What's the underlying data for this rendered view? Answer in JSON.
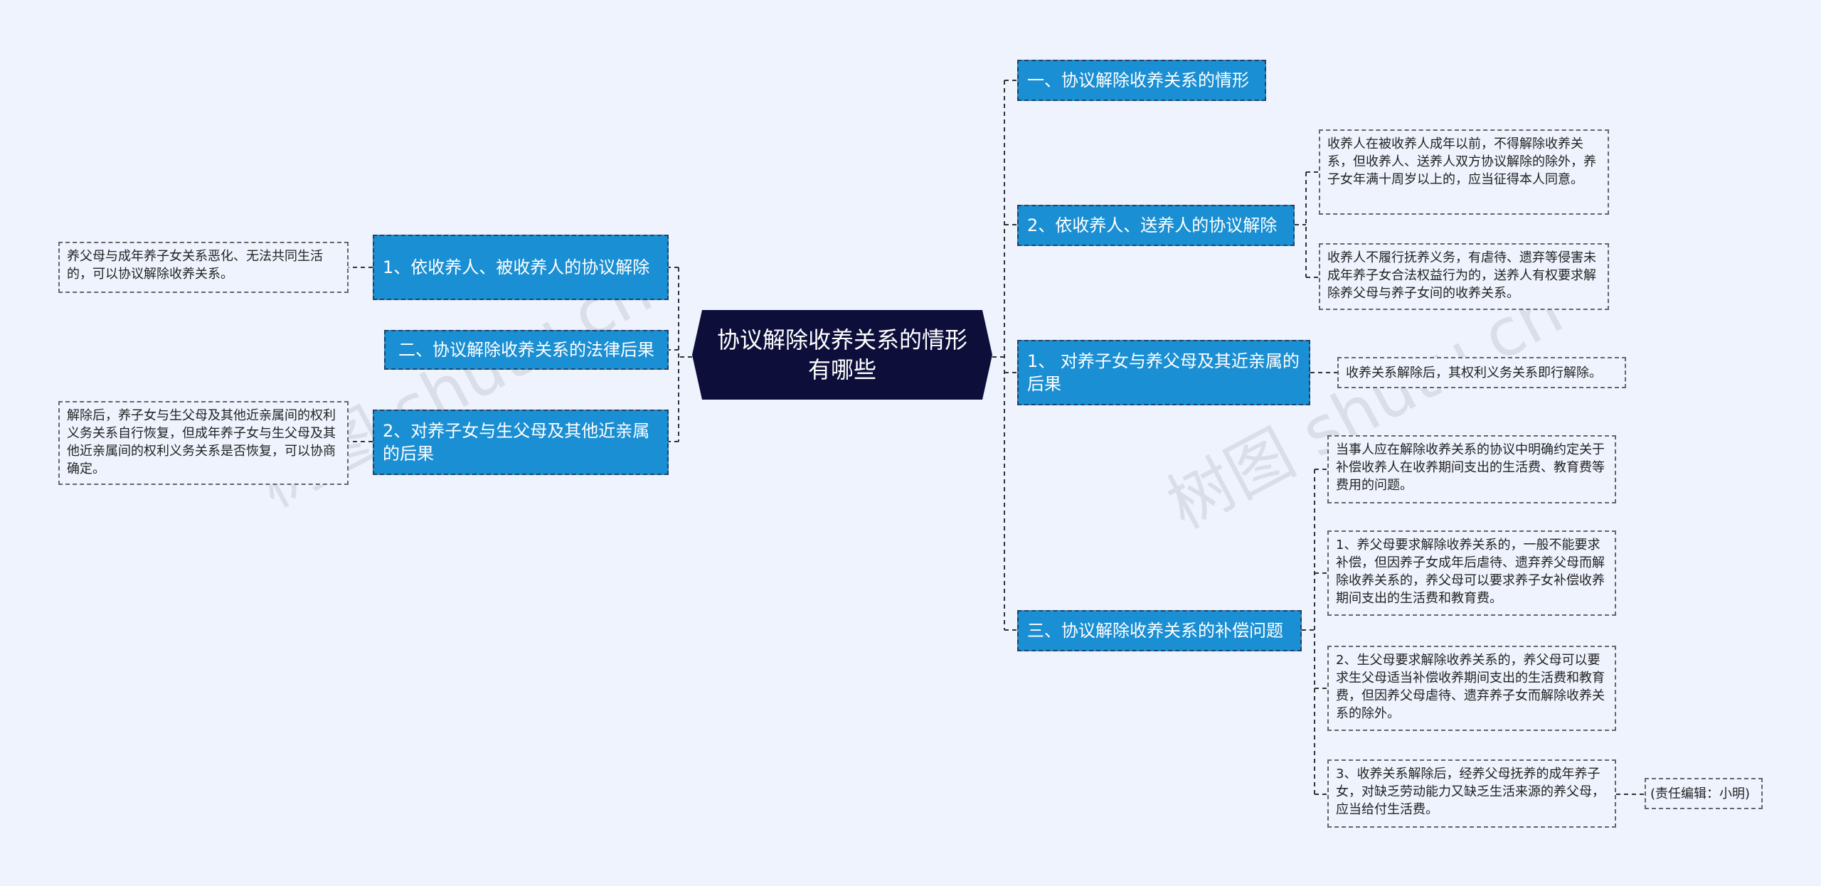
{
  "root": {
    "title": "协议解除收养关系的情形有哪些"
  },
  "left": {
    "b1": {
      "label": "1、依收养人、被收养人的协议解除",
      "leaf": "养父母与成年养子女关系恶化、无法共同生活的，可以协议解除收养关系。"
    },
    "b2": {
      "label": "二、协议解除收养关系的法律后果"
    },
    "b3": {
      "label": "2、对养子女与生父母及其他近亲属的后果",
      "leaf": "解除后，养子女与生父母及其他近亲属间的权利义务关系自行恢复，但成年养子女与生父母及其他近亲属间的权利义务关系是否恢复，可以协商确定。"
    }
  },
  "right": {
    "b1": {
      "label": "一、协议解除收养关系的情形"
    },
    "b2": {
      "label": "2、依收养人、送养人的协议解除",
      "leaves": [
        "收养人在被收养人成年以前，不得解除收养关系，但收养人、送养人双方协议解除的除外，养子女年满十周岁以上的，应当征得本人同意。",
        "收养人不履行抚养义务，有虐待、遗弃等侵害未成年养子女合法权益行为的，送养人有权要求解除养父母与养子女间的收养关系。"
      ]
    },
    "b3": {
      "label": "1、 对养子女与养父母及其近亲属的后果",
      "leaf": "收养关系解除后，其权利义务关系即行解除。"
    },
    "b4": {
      "label": "三、协议解除收养关系的补偿问题",
      "leaves": [
        "当事人应在解除收养关系的协议中明确约定关于补偿收养人在收养期间支出的生活费、教育费等费用的问题。",
        "1、养父母要求解除收养关系的，一般不能要求补偿，但因养子女成年后虐待、遗弃养父母而解除收养关系的，养父母可以要求养子女补偿收养期间支出的生活费和教育费。",
        "2、生父母要求解除收养关系的，养父母可以要求生父母适当补偿收养期间支出的生活费和教育费，但因养父母虐待、遗弃养子女而解除收养关系的除外。",
        "3、收养关系解除后，经养父母抚养的成年养子女，对缺乏劳动能力又缺乏生活来源的养父母，应当给付生活费。"
      ],
      "editor": "(责任编辑：小明)"
    }
  },
  "watermark": {
    "left": "树图 shutu.cn",
    "right": "树图 shutu.cn"
  },
  "colors": {
    "background": "#eef3fd",
    "branch": "#1b8fd3",
    "root": "#0d0f3a",
    "line": "#333333"
  }
}
